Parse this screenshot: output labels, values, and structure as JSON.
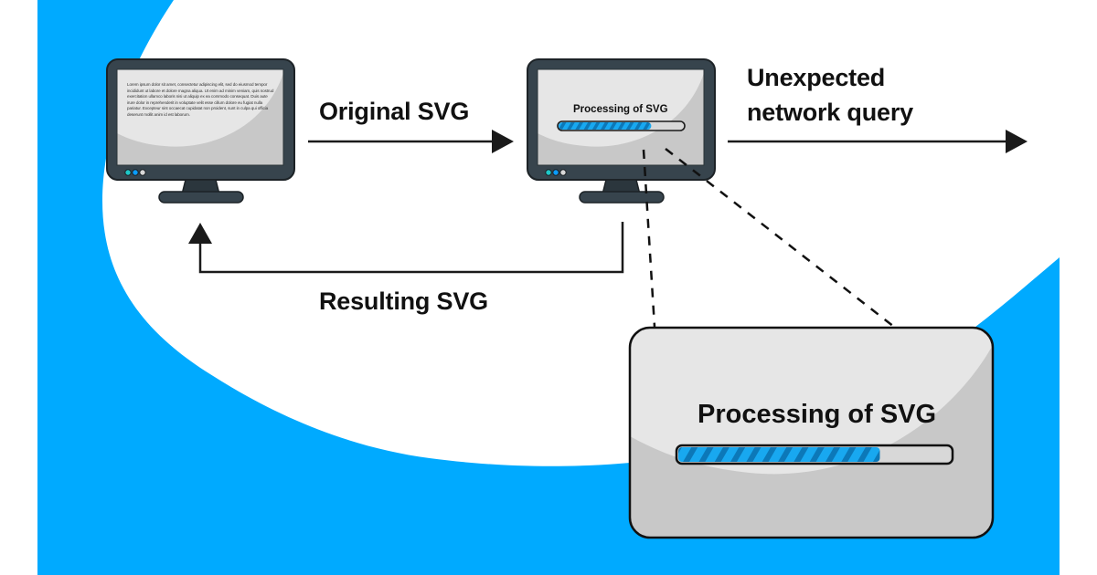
{
  "colors": {
    "background_blue": "#00AAFF",
    "page_white": "#FFFFFF",
    "monitor_frame": "#37444D",
    "screen_light": "#E6E6E6",
    "screen_shade": "#C8C8C8",
    "progress_fill": "#18A8F0",
    "progress_stripe": "#0C78B8",
    "button_teal": "#1EC8C8",
    "button_blue": "#0A9CFF",
    "button_gray": "#D8D8D8",
    "ink": "#111111"
  },
  "monitor_source": {
    "screen_text": "Lorem ipsum dolor sit amet, consectetur adipiscing elit, sed do eiusmod tempor incididunt ut labore et dolore magna aliqua. Ut enim ad minim veniam, quis nostrud exercitation ullamco laboris nisi ut aliquip ex ea commodo consequat. Duis aute irure dolor in reprehenderit in voluptate velit esse cillum dolore eu fugiat nulla pariatur. Excepteur sint occaecat cupidatat non proident, sunt in culpa qui officia deserunt mollit anim id est laborum."
  },
  "monitor_processor": {
    "title": "Processing of SVG",
    "progress": 0.74
  },
  "arrows": {
    "original": "Original SVG",
    "unexpected_line1": "Unexpected",
    "unexpected_line2": "network query",
    "resulting": "Resulting SVG"
  },
  "zoom_popup": {
    "title": "Processing of SVG",
    "progress": 0.74
  }
}
